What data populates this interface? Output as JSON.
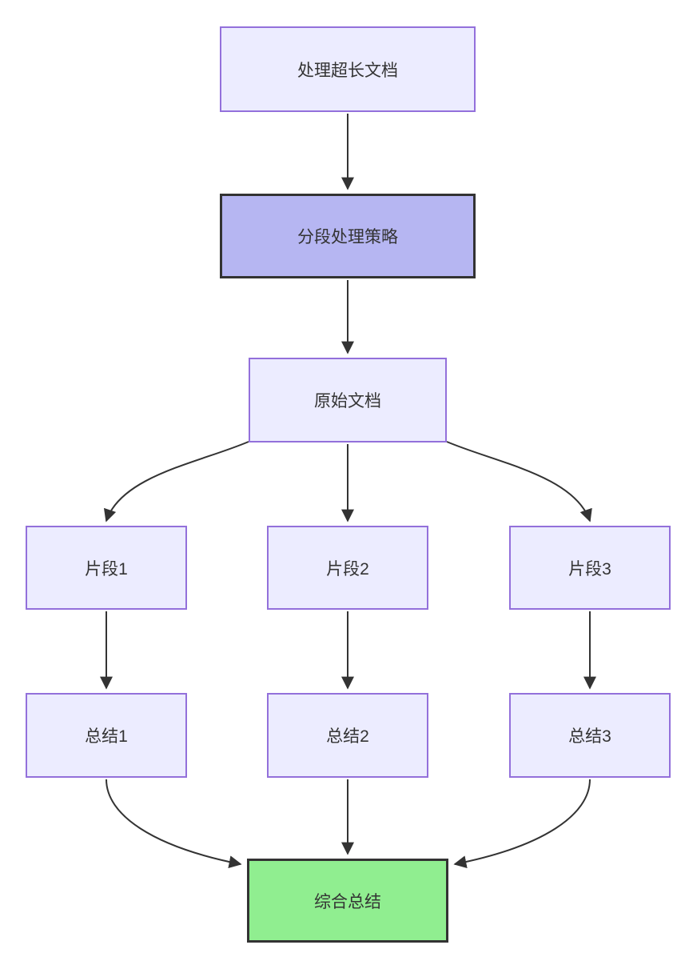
{
  "diagram": {
    "type": "flowchart",
    "direction": "top-to-bottom",
    "nodes": [
      {
        "id": "A",
        "label": "处理超长文档",
        "style": "default"
      },
      {
        "id": "B",
        "label": "分段处理策略",
        "style": "emphasis"
      },
      {
        "id": "C",
        "label": "原始文档",
        "style": "default"
      },
      {
        "id": "D1",
        "label": "片段1",
        "style": "default"
      },
      {
        "id": "D2",
        "label": "片段2",
        "style": "default"
      },
      {
        "id": "D3",
        "label": "片段3",
        "style": "default"
      },
      {
        "id": "E1",
        "label": "总结1",
        "style": "default"
      },
      {
        "id": "E2",
        "label": "总结2",
        "style": "default"
      },
      {
        "id": "E3",
        "label": "总结3",
        "style": "default"
      },
      {
        "id": "F",
        "label": "综合总结",
        "style": "success"
      }
    ],
    "edges": [
      {
        "from": "A",
        "to": "B"
      },
      {
        "from": "B",
        "to": "C"
      },
      {
        "from": "C",
        "to": "D1"
      },
      {
        "from": "C",
        "to": "D2"
      },
      {
        "from": "C",
        "to": "D3"
      },
      {
        "from": "D1",
        "to": "E1"
      },
      {
        "from": "D2",
        "to": "E2"
      },
      {
        "from": "D3",
        "to": "E3"
      },
      {
        "from": "E1",
        "to": "F"
      },
      {
        "from": "E2",
        "to": "F"
      },
      {
        "from": "E3",
        "to": "F"
      }
    ],
    "colors": {
      "node_fill": "#ECECFF",
      "node_border": "#9370DB",
      "emphasis_fill": "#B6B6F2",
      "emphasis_border": "#333333",
      "success_fill": "#90EE90",
      "success_border": "#333333",
      "edge": "#333333",
      "text": "#333333",
      "background": "#FFFFFF"
    }
  }
}
